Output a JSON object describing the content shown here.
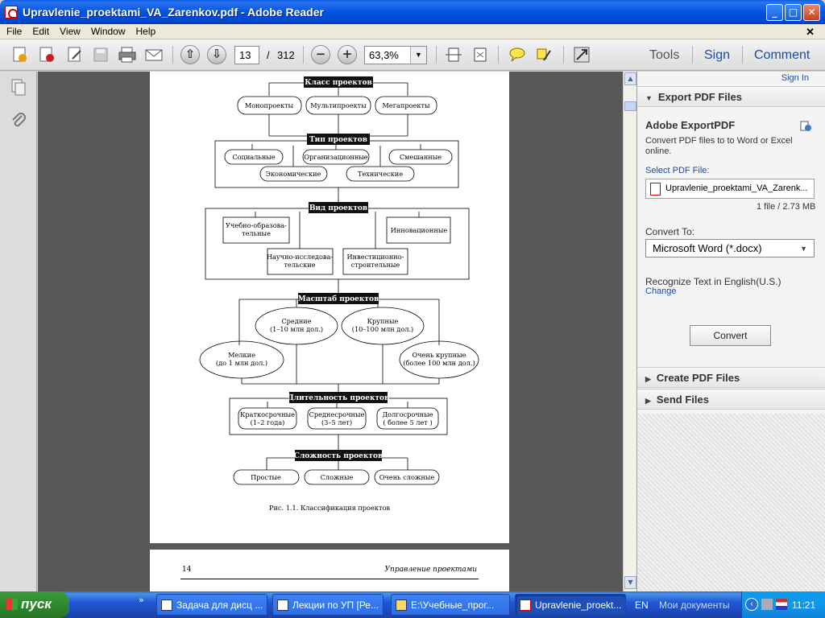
{
  "window": {
    "title": "Upravlenie_proektami_VA_Zarenkov.pdf - Adobe Reader",
    "controls": [
      "_",
      "□",
      "✕"
    ]
  },
  "menu": {
    "items": [
      "File",
      "Edit",
      "View",
      "Window",
      "Help"
    ],
    "close_doc": "✕"
  },
  "toolbar": {
    "page_current": "13",
    "page_sep": "/",
    "page_total": "312",
    "zoom": "63,3%",
    "tabs": [
      "Tools",
      "Sign",
      "Comment"
    ]
  },
  "figure": {
    "h_class": "Класс проектов",
    "class_items": [
      "Монопроекты",
      "Мультипроекты",
      "Мегапроекты"
    ],
    "h_type": "Тип проектов",
    "type_items": [
      "Социальные",
      "Организационные",
      "Смешанные",
      "Экономические",
      "Технические"
    ],
    "h_kind": "Вид проектов",
    "kind_items": [
      [
        "Учебно-образова-",
        "тельные"
      ],
      [
        "Научно-исследова-",
        "тельские"
      ],
      [
        "Инвестиционно-",
        "строительные"
      ],
      [
        "Инновационные"
      ]
    ],
    "h_scale": "Масштаб проектов",
    "scale_items": [
      [
        "Средние",
        "(1–10 млн дол.)"
      ],
      [
        "Крупные",
        "(10–100 млн дол.)"
      ],
      [
        "Мелкие",
        "(до 1 млн дол.)"
      ],
      [
        "Очень крупные",
        "(более 100 млн дол.)"
      ]
    ],
    "h_duration": "Длительность проектов",
    "duration_items": [
      [
        "Краткосрочные",
        "(1–2 года)"
      ],
      [
        "Среднесрочные",
        "(3–5 лет)"
      ],
      [
        "Долгосрочные",
        "( более 5 лет )"
      ]
    ],
    "h_complexity": "Сложность проектов",
    "complexity_items": [
      "Простые",
      "Сложные",
      "Очень сложные"
    ],
    "caption": "Рис. 1.1. Классификация проектов"
  },
  "page2": {
    "number": "14",
    "running_title": "Управление проектами"
  },
  "right_pane": {
    "sign_in": "Sign In",
    "export_header": "Export PDF Files",
    "export_title": "Adobe ExportPDF",
    "export_desc_line1": "Convert PDF files to to Word or Excel",
    "export_desc_line2": "online.",
    "select_label": "Select PDF File:",
    "file_name": "Upravlenie_proektami_VA_Zarenk...",
    "file_info": "1 file / 2.73 MB",
    "convert_to_label": "Convert To:",
    "convert_to_value": "Microsoft Word (*.docx)",
    "recognize_text": "Recognize Text in English(U.S.)",
    "change_link": "Change",
    "convert_button": "Convert",
    "create_header": "Create PDF Files",
    "send_header": "Send Files"
  },
  "taskbar": {
    "start_label": "пуск",
    "chevron": "»",
    "tasks": [
      {
        "label": "Задача для дисц ...",
        "active": false
      },
      {
        "label": "Лекции по УП [Ре...",
        "active": false
      },
      {
        "label": "E:\\Учебные_прог...",
        "active": false
      },
      {
        "label": "Upravlenie_proekt...",
        "active": true
      }
    ],
    "lang": "EN",
    "my_docs": "Мои документы",
    "clock": "11:21"
  },
  "colors": {
    "title_bar": "#0053e0",
    "taskbar": "#2157d7",
    "start_button": "#2f8a2f",
    "doc_background": "#585858",
    "link_blue": "#1a4c9e"
  }
}
